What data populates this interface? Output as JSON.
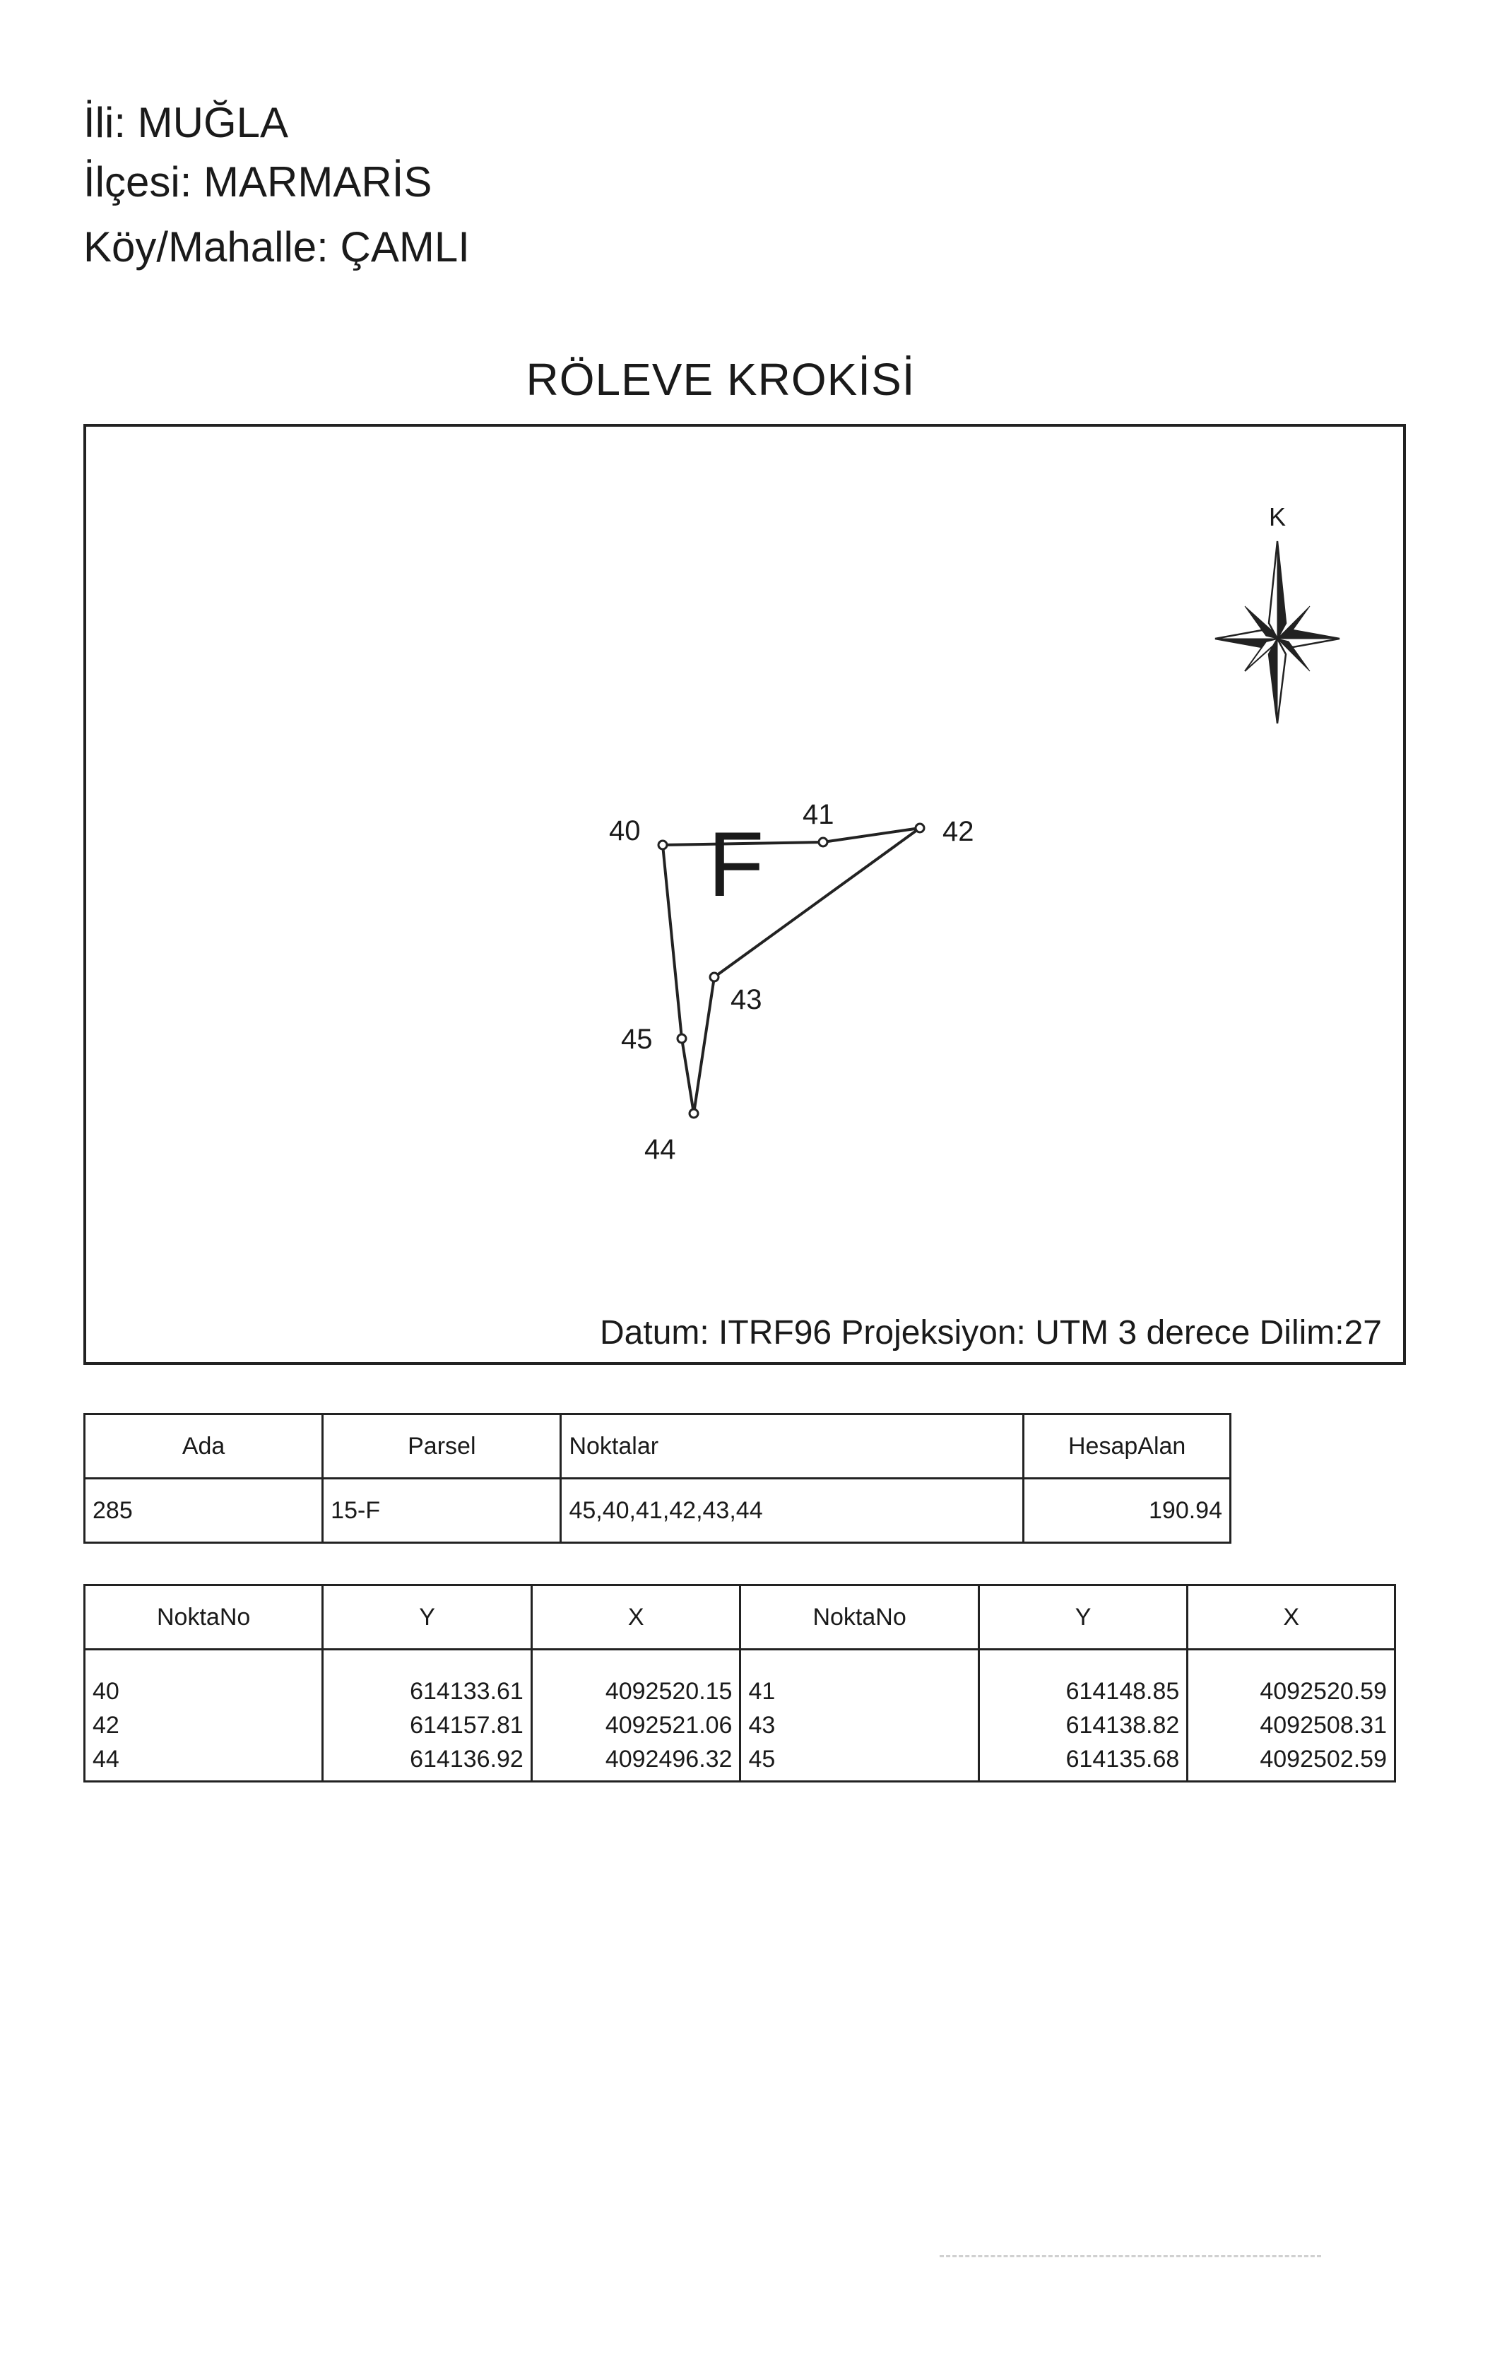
{
  "header": {
    "il": "İli: MUĞLA",
    "ilce": "İlçesi: MARMARİS",
    "koy": "Köy/Mahalle: ÇAMLI"
  },
  "title": "RÖLEVE KROKİSİ",
  "sketch": {
    "north_label": "K",
    "north_icon": "compass-rose-icon",
    "parcel_label": "F",
    "point_labels": [
      "40",
      "41",
      "42",
      "43",
      "44",
      "45"
    ],
    "datum_text": "Datum: ITRF96 Projeksiyon: UTM 3 derece Dilim:27"
  },
  "ada_table": {
    "headers": [
      "Ada",
      "Parsel",
      "Noktalar",
      "HesapAlan"
    ],
    "row": [
      "285",
      "15-F",
      "45,40,41,42,43,44",
      "190.94"
    ]
  },
  "points_table": {
    "headers": [
      "NoktaNo",
      "Y",
      "X",
      "NoktaNo",
      "Y",
      "X"
    ],
    "rows": [
      [
        "40",
        "614133.61",
        "4092520.15",
        "41",
        "614148.85",
        "4092520.59"
      ],
      [
        "42",
        "614157.81",
        "4092521.06",
        "43",
        "614138.82",
        "4092508.31"
      ],
      [
        "44",
        "614136.92",
        "4092496.32",
        "45",
        "614135.68",
        "4092502.59"
      ]
    ]
  },
  "polygon_order": [
    "45",
    "40",
    "41",
    "42",
    "43",
    "44"
  ],
  "colors": {
    "ink": "#1a1a1a",
    "line": "#222222"
  }
}
